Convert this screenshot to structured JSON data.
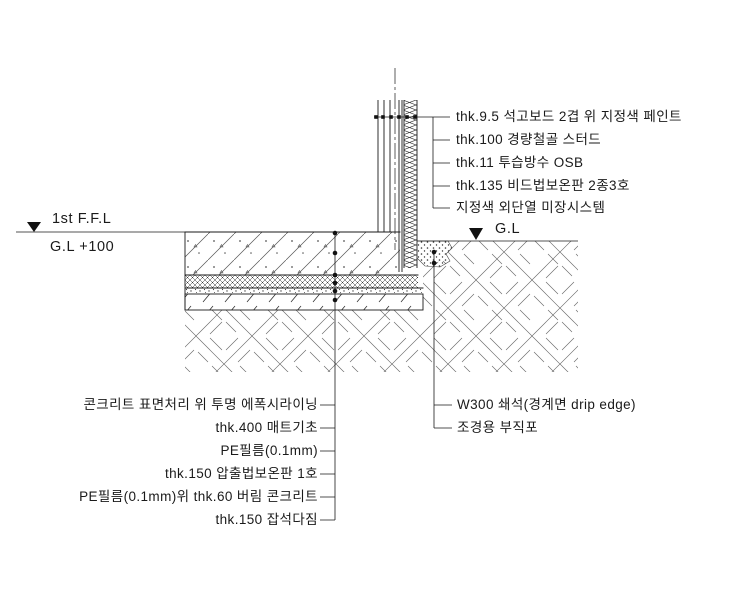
{
  "drawing": {
    "levels": {
      "ffl_label": "1st F.F.L",
      "gl_offset_label": "G.L +100",
      "gl_label": "G.L"
    },
    "wall_callouts": [
      "thk.9.5 석고보드 2겹 위 지정색 페인트",
      "thk.100 경량철골 스터드",
      "thk.11 투습방수 OSB",
      "thk.135 비드법보온판 2종3호",
      "지정색 외단열 미장시스템"
    ],
    "floor_callouts": [
      "콘크리트 표면처리 위 투명 에폭시라이닝",
      "thk.400 매트기초",
      "PE필름(0.1mm)",
      "thk.150 압출법보온판 1호",
      "PE필름(0.1mm)위 thk.60 버림 콘크리트",
      "thk.150 잡석다짐"
    ],
    "ground_callouts": [
      "W300 쇄석(경계면 drip edge)",
      "조경용 부직포"
    ],
    "colors": {
      "line": "#1a1a1a",
      "hatch": "#444444",
      "background": "#ffffff"
    }
  }
}
